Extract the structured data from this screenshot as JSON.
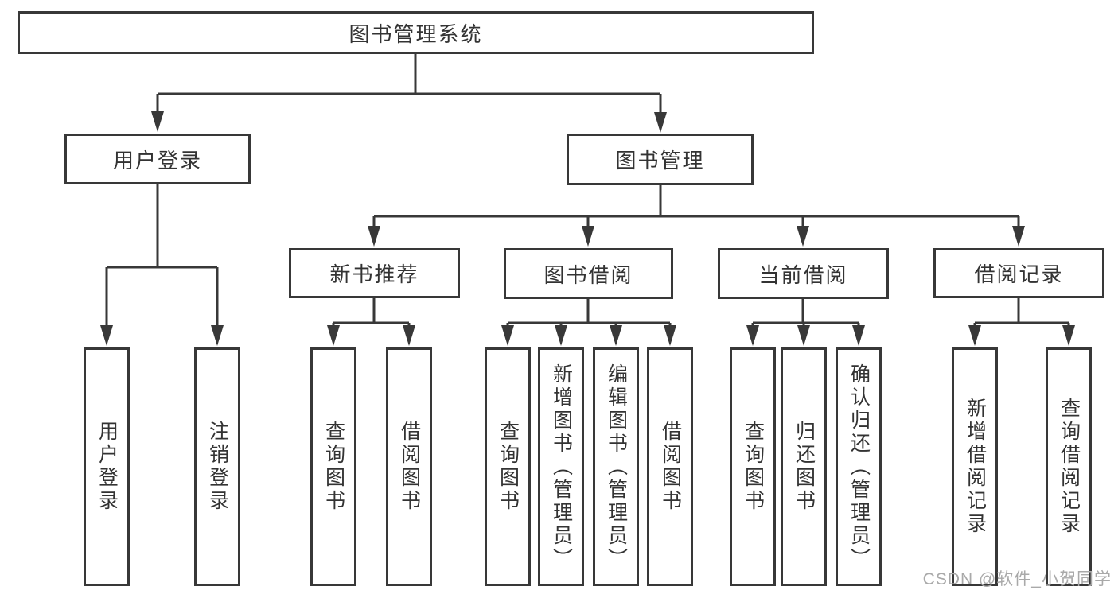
{
  "tree": {
    "root": "图书管理系统",
    "user_branch": {
      "label": "用户登录",
      "children": [
        "用户登录",
        "注销登录"
      ]
    },
    "book_branch": {
      "label": "图书管理",
      "sections": [
        {
          "label": "新书推荐",
          "children": [
            "查询图书",
            "借阅图书"
          ]
        },
        {
          "label": "图书借阅",
          "children": [
            "查询图书",
            "新增图书（管理员）",
            "编辑图书（管理员）",
            "借阅图书"
          ]
        },
        {
          "label": "当前借阅",
          "children": [
            "查询图书",
            "归还图书",
            "确认归还（管理员）"
          ]
        },
        {
          "label": "借阅记录",
          "children": [
            "新增借阅记录",
            "查询借阅记录"
          ]
        }
      ]
    }
  },
  "watermark": "CSDN @软件_小贺同学",
  "colors": {
    "line": "#383838",
    "text": "#333333",
    "watermark": "#a9a9a9",
    "background": "#ffffff"
  }
}
